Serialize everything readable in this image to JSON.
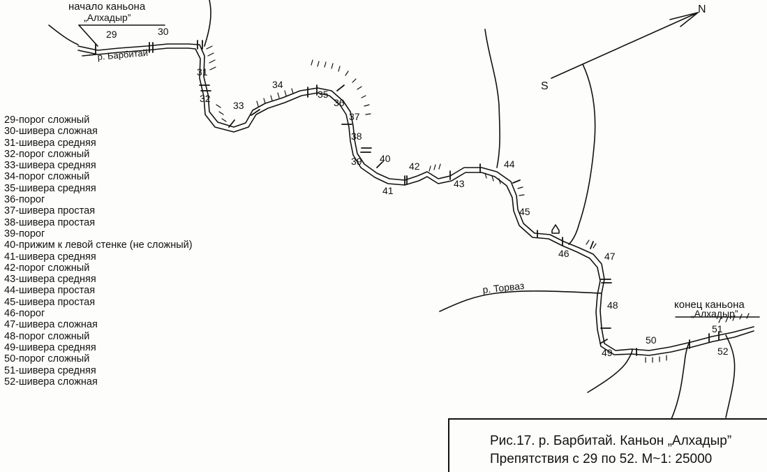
{
  "labels": {
    "start_canyon_1": "начало каньона",
    "start_canyon_2": "„Алхадыр”",
    "river_barbitai": "р. Барбитай",
    "river_torvaz": "р. Торваз",
    "end_canyon_1": "конец каньона",
    "end_canyon_2": "„Алхадыр”",
    "north": "N",
    "south": "S"
  },
  "obstacle_numbers": [
    "29",
    "30",
    "31",
    "32",
    "33",
    "34",
    "35",
    "36",
    "37",
    "38",
    "39",
    "40",
    "41",
    "42",
    "43",
    "44",
    "45",
    "46",
    "47",
    "48",
    "49",
    "50",
    "51",
    "52"
  ],
  "legend": [
    "29-порог сложный",
    "30-шивера сложная",
    "31-шивера средняя",
    "32-порог сложный",
    "33-шивера средняя",
    "34-порог сложный",
    "35-шивера средняя",
    "36-порог",
    "37-шивера простая",
    "38-шивера простая",
    "39-порог",
    "40-прижим к левой стенке (не сложный)",
    "41-шивера средняя",
    "42-порог сложный",
    "43-шивера средняя",
    "44-шивера простая",
    "45-шивера простая",
    "46-порог",
    "47-шивера сложная",
    "48-порог сложный",
    "49-шивера средняя",
    "50-порог сложный",
    "51-шивера средняя",
    "52-шивера сложная"
  ],
  "caption": {
    "line1": "Рис.17. р. Барбитай. Каньон „Алхадыр”",
    "line2": "Препятствия с 29 по 52. М~1: 25000"
  }
}
